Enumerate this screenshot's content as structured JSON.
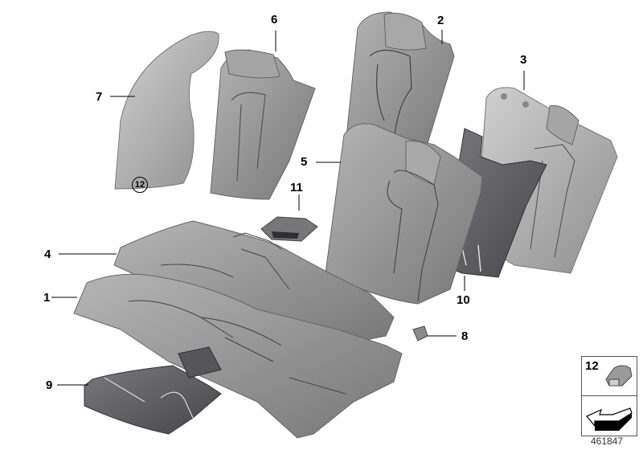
{
  "diagram": {
    "type": "exploded-parts-diagram",
    "subject": "Rear seat cover / upholstery assembly",
    "diagram_id": "461847",
    "callouts": [
      {
        "id": "1",
        "label": "1"
      },
      {
        "id": "2",
        "label": "2"
      },
      {
        "id": "3",
        "label": "3"
      },
      {
        "id": "4",
        "label": "4"
      },
      {
        "id": "5",
        "label": "5"
      },
      {
        "id": "6",
        "label": "6"
      },
      {
        "id": "7",
        "label": "7"
      },
      {
        "id": "8",
        "label": "8"
      },
      {
        "id": "9",
        "label": "9"
      },
      {
        "id": "10",
        "label": "10"
      },
      {
        "id": "11",
        "label": "11"
      }
    ],
    "circled_reference": "12",
    "legend": {
      "number": "12",
      "icon_top": "clip-part-icon",
      "icon_bottom": "direction-arrow-icon"
    },
    "colors": {
      "part_light": "#b9b9b9",
      "part_mid": "#9a9a9a",
      "part_dark": "#6c6c6c",
      "part_darkest": "#4a4a4e",
      "outline": "#5a5a5a",
      "leader_line": "#000000"
    }
  }
}
